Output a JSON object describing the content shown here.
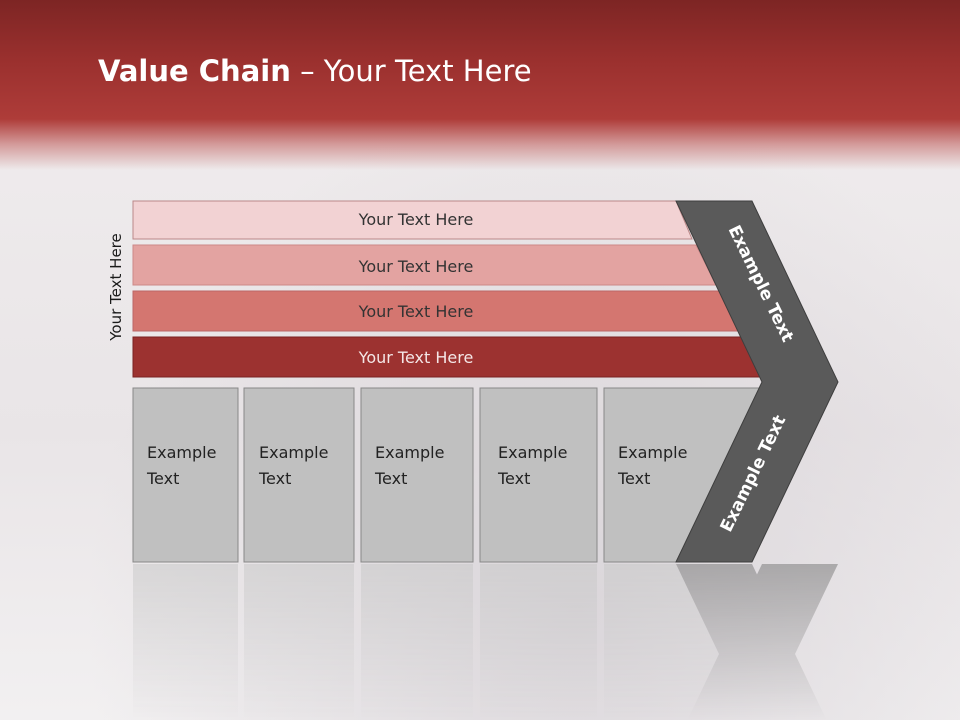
{
  "title": {
    "bold": "Value Chain",
    "rest": " – Your Text Here"
  },
  "side_label": "Your Text Here",
  "bars": [
    {
      "label": "Your Text Here",
      "color": "#f2d2d3"
    },
    {
      "label": "Your Text Here",
      "color": "#e3a3a1"
    },
    {
      "label": "Your Text Here",
      "color": "#d47670"
    },
    {
      "label": "Your Text Here",
      "color": "#9c3230"
    }
  ],
  "columns": [
    {
      "line1": "Example",
      "line2": "Text"
    },
    {
      "line1": "Example",
      "line2": "Text"
    },
    {
      "line1": "Example",
      "line2": "Text"
    },
    {
      "line1": "Example",
      "line2": "Text"
    },
    {
      "line1": "Example",
      "line2": "Text"
    }
  ],
  "chevron_labels": {
    "top": "Example Text",
    "bottom": "Example Text"
  },
  "colors": {
    "header": "#9a302e",
    "column": "#c0c0c0",
    "chevron": "#5a5a5a",
    "title": "#ffffff"
  }
}
